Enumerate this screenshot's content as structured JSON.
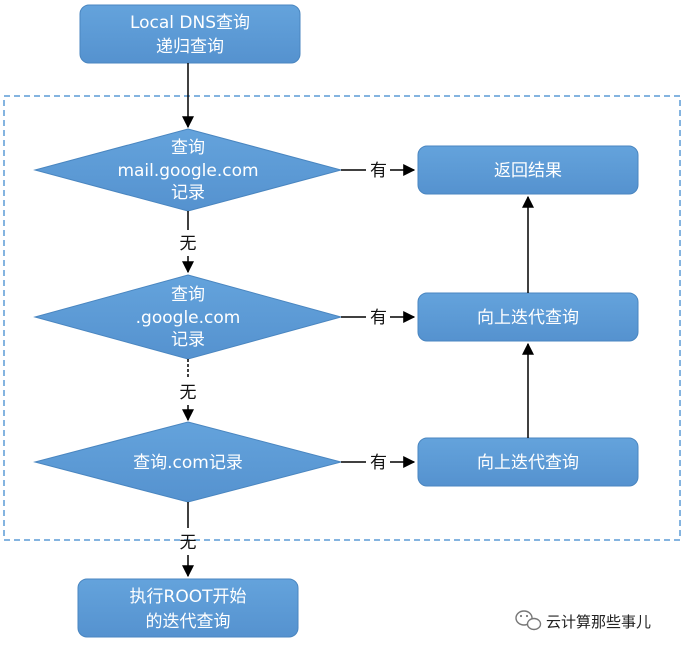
{
  "nodes": {
    "start": {
      "lines": [
        "Local DNS查询",
        "递归查询"
      ]
    },
    "decision1": {
      "lines": [
        "查询",
        "mail.google.com",
        "记录"
      ]
    },
    "decision2": {
      "lines": [
        "查询",
        ".google.com",
        "记录"
      ]
    },
    "decision3": {
      "lines": [
        "查询.com记录"
      ]
    },
    "return_result": {
      "lines": [
        "返回结果"
      ]
    },
    "iterate1": {
      "lines": [
        "向上迭代查询"
      ]
    },
    "iterate2": {
      "lines": [
        "向上迭代查询"
      ]
    },
    "end": {
      "lines": [
        "执行ROOT开始",
        "的迭代查询"
      ]
    }
  },
  "edge_labels": {
    "yes1": "有",
    "yes2": "有",
    "yes3": "有",
    "no1": "无",
    "no2": "无",
    "no3": "无"
  },
  "watermark": {
    "text": "云计算那些事儿",
    "icon": "wechat-icon"
  },
  "colors": {
    "node_fill": "#5b9bd5",
    "node_stroke": "#4a86c0",
    "group_border": "#5b9bd5",
    "arrow": "#000000"
  }
}
